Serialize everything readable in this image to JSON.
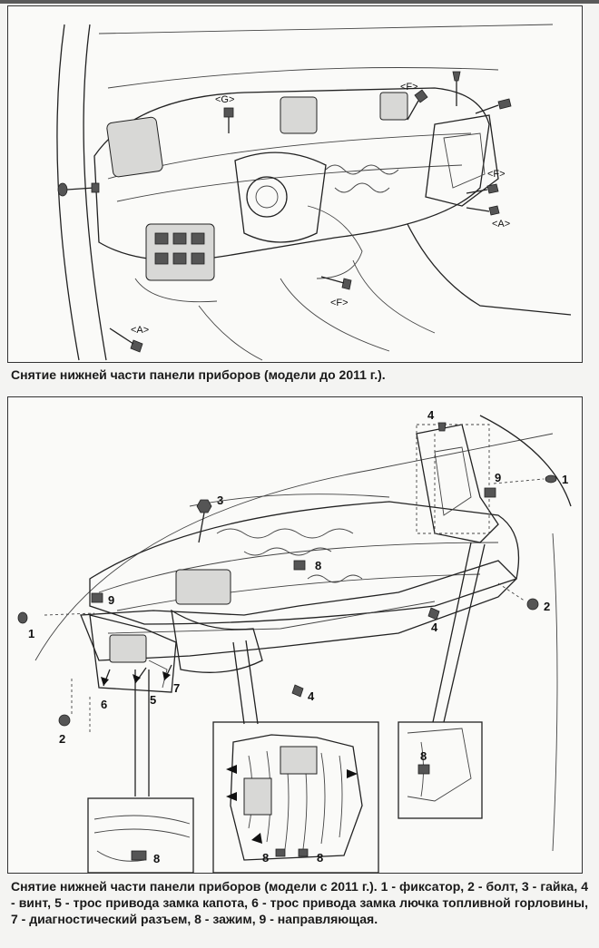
{
  "figure1": {
    "caption": "Снятие нижней части панели приборов (модели до 2011 г.).",
    "labels": {
      "g": "<G>",
      "f_top": "<F>",
      "f_right": "<F>",
      "a_right": "<A>",
      "f_bottom": "<F>",
      "a_left": "<A>"
    }
  },
  "figure2": {
    "caption": "Снятие нижней части панели приборов (модели с 2011 г.). 1 - фиксатор, 2 - болт, 3 - гайка, 4 - винт, 5 - трос привода замка капота, 6 - трос привода замка лючка топливной горловины, 7 - диагностический разъем, 8 - зажим, 9 - направляющая.",
    "callouts": {
      "c1_right": "1",
      "c1_left": "1",
      "c2_right": "2",
      "c2_left": "2",
      "c3": "3",
      "c4_top": "4",
      "c4_mid": "4",
      "c4_bottom": "4",
      "c5": "5",
      "c6": "6",
      "c7": "7",
      "c8_center": "8",
      "c8_right_inset": "8",
      "c8_left_inset": "8",
      "c8_mid_inset_a": "8",
      "c8_mid_inset_b": "8",
      "c9_right": "9",
      "c9_left": "9"
    }
  }
}
